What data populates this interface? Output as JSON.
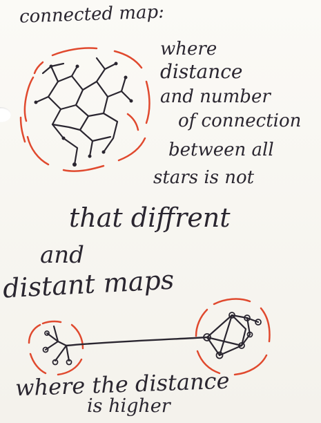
{
  "note": {
    "heading": "connected map:",
    "explanation_lines": [
      "where",
      "distance",
      "and number",
      "of connection",
      "between all",
      "stars is not"
    ],
    "middle_lines": [
      "that diffrent",
      "and",
      "distant maps"
    ],
    "footer_lines": [
      "where the distance",
      "is higher"
    ]
  },
  "colors": {
    "ink": "#2a2630",
    "highlight": "#e0492e",
    "paper": "#f7f5ef"
  }
}
